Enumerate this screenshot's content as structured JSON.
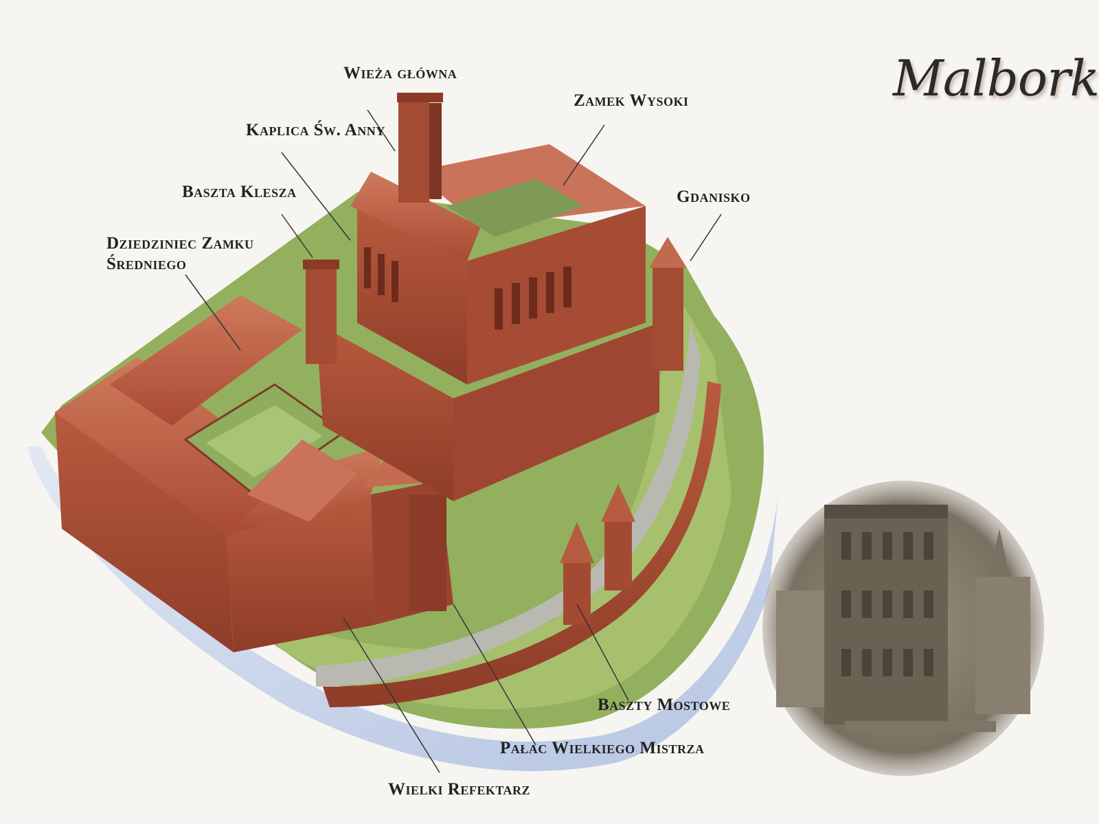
{
  "title": "Malbork",
  "labels": {
    "wieza_glowna": "Wieża główna",
    "zamek_wysoki": "Zamek Wysoki",
    "kaplica": "Kaplica Św. Anny",
    "baszta_klesza": "Baszta Klesza",
    "gdanisko": "Gdanisko",
    "dziedziniec_line1": "Dziedziniec Zamku",
    "dziedziniec_line2": "Średniego",
    "baszty_mostowe": "Baszty Mostowe",
    "palac": "Pałac Wielkiego Mistrza",
    "refektarz": "Wielki Refektarz"
  },
  "colors": {
    "brick": "#b5553a",
    "roof": "#c46a4e",
    "grass": "#8fae5d",
    "water": "#c9d6ec",
    "sepia": "#6e6558"
  }
}
